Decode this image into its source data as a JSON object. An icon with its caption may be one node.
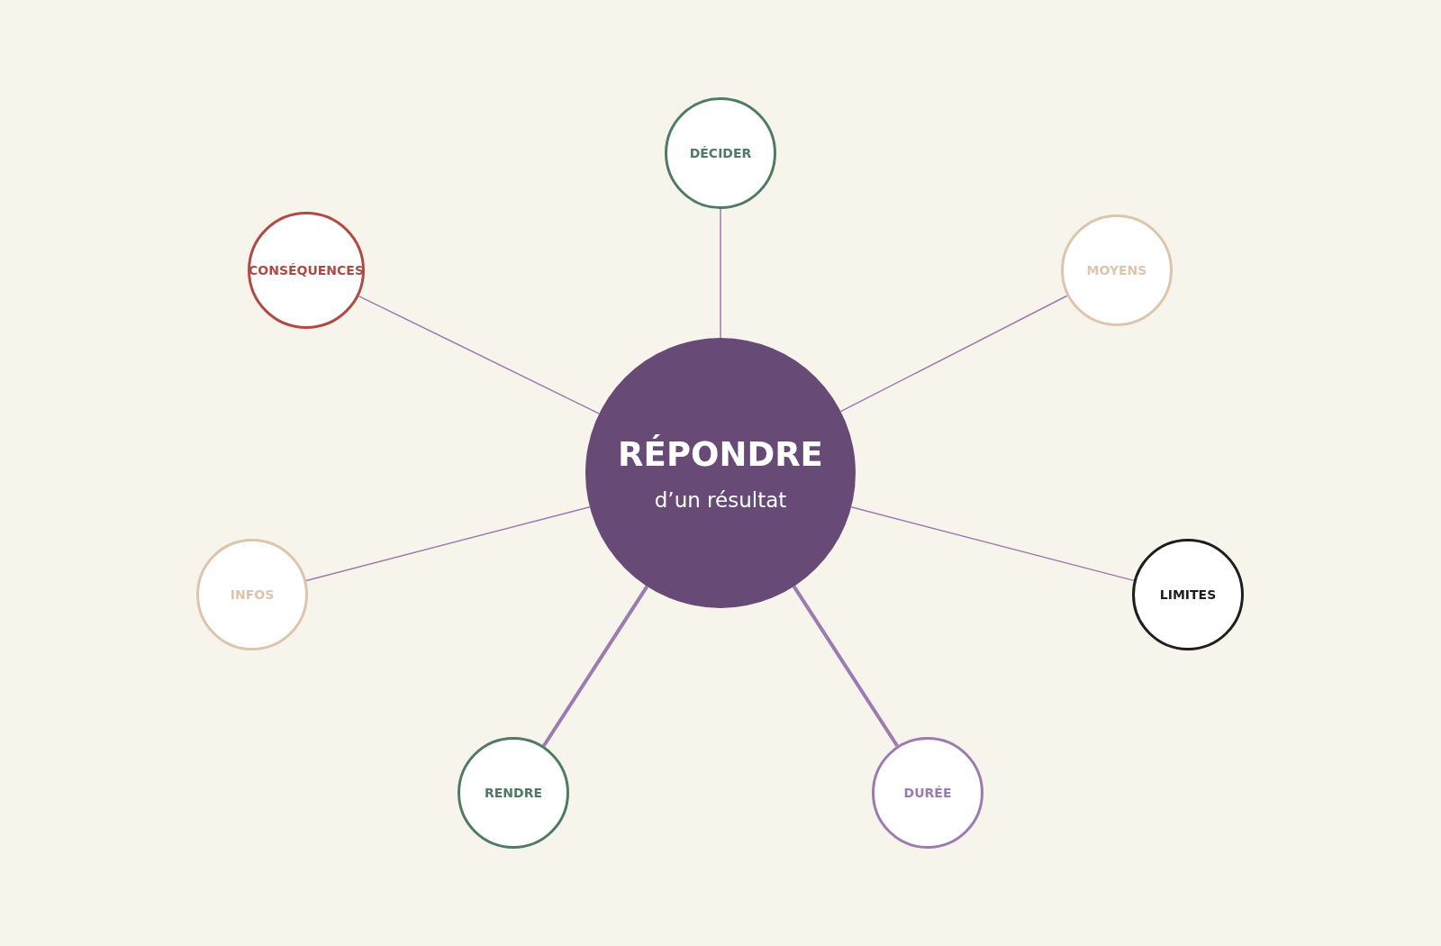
{
  "diagram": {
    "nodes": [
      {
        "text": [
          "RÉPONDRE",
          "d’un résultat"
        ]
      },
      {
        "text": [
          "DÉCIDER"
        ]
      },
      {
        "text": [
          "CONSÉQUENCES"
        ]
      },
      {
        "text": [
          "MOYENS"
        ]
      },
      {
        "text": [
          "INFOS"
        ]
      },
      {
        "text": [
          "LIMITES"
        ]
      },
      {
        "text": [
          "RENDRE"
        ]
      },
      {
        "text": [
          "DURÉE"
        ]
      }
    ],
    "edges": [
      {
        "from": 0,
        "to": 1,
        "arrow": "none"
      },
      {
        "from": 0,
        "to": 2,
        "arrow": "none"
      },
      {
        "from": 0,
        "to": 3,
        "arrow": "none"
      },
      {
        "from": 0,
        "to": 4,
        "arrow": "none"
      },
      {
        "from": 0,
        "to": 5,
        "arrow": "none"
      },
      {
        "from": 0,
        "to": 6,
        "arrow": "none",
        "style": "thick"
      },
      {
        "from": 0,
        "to": 7,
        "arrow": "none",
        "style": "thick"
      }
    ]
  }
}
